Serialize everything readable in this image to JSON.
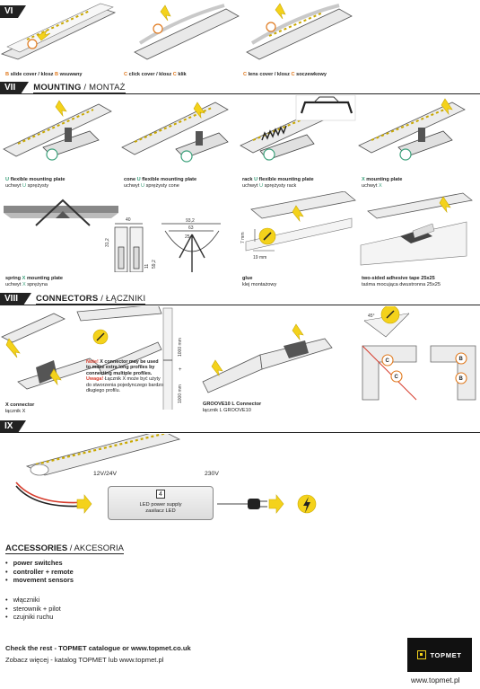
{
  "section_vi": {
    "num": "VI",
    "captions": [
      {
        "a": "B",
        "b": " slide cover / klosz ",
        "c": "B",
        "d": " wsuwany"
      },
      {
        "a": "C",
        "b": " click cover / klosz ",
        "c": "C",
        "d": " klik"
      },
      {
        "a": "C",
        "b": " lens cover / klosz ",
        "c": "C",
        "d": " soczewkowy"
      }
    ]
  },
  "section_vii": {
    "num": "VII",
    "title": "MOUNTING",
    "title_sub": " / MONTAŻ",
    "row1": [
      {
        "l1a": "U",
        "l1b": " flexible mounting plate",
        "l2a": "uchwyt ",
        "l2b": "U",
        "l2c": " sprężysty"
      },
      {
        "l1a": "cone ",
        "l1b": "U",
        "l1c": " flexible mounting plate",
        "l2a": "uchwyt ",
        "l2b": "U",
        "l2c": " sprężysty cone"
      },
      {
        "l1a": "rack ",
        "l1b": "U",
        "l1c": " flexible mounting plate",
        "l2a": "uchwyt ",
        "l2b": "U",
        "l2c": " sprężysty rack"
      },
      {
        "l1a": "X",
        "l1b": " mounting plate",
        "l2a": "uchwyt ",
        "l2b": "X"
      }
    ],
    "row2": [
      {
        "l1a": "spring ",
        "l1b": "X",
        "l1c": " mounting plate",
        "l2a": "uchwyt ",
        "l2b": "X",
        "l2c": " sprężyna"
      },
      {
        "l1": "glue",
        "l2": "klej montażowy"
      },
      {
        "l1": "two-sided adhesive tape 25x25",
        "l2": "taśma mocująca dwustronna 25x25"
      }
    ],
    "dims": {
      "d40": "40",
      "d31_2": "31,2",
      "d11": "11",
      "d59_2": "59,2",
      "d93_2": "93,2",
      "d63": "63",
      "d25_4": "25,4",
      "d7mm": "7 mm",
      "d19mm": "19 mm"
    }
  },
  "section_viii": {
    "num": "VIII",
    "title": "CONNECTORS",
    "title_sub": " / ŁĄCZNIKI",
    "x_connector": {
      "l1": "X connector",
      "l2": "łącznik X"
    },
    "note": {
      "n1": "Note!",
      "n2": " X connector may be used to make extra long profiles by connecting multiple profiles.",
      "n3": "Uwaga!",
      "n4": " Łącznik X może być użyty do stworzenia pojedynczego bardzo długiego profilu."
    },
    "dim_1000a": "1000 mm",
    "dim_1000b": "1000 mm",
    "plus": "+",
    "groove": {
      "l1": "GROOVE10 L Connector",
      "l2": "łącznik L GROOVE10"
    },
    "angle": "45°",
    "badges": [
      "C",
      "C",
      "B",
      "B"
    ]
  },
  "section_ix": {
    "num": "IX",
    "v12": "12V/24V",
    "v230": "230V",
    "ps_num": "4",
    "ps_l1": "LED power supply",
    "ps_l2": "zasilacz LED"
  },
  "accessories": {
    "title": "ACCESSORIES",
    "title_sub": " / AKCESORIA",
    "en": [
      "power switches",
      "controller + remote",
      "movement sensors"
    ],
    "pl": [
      "włączniki",
      "sterownik + pilot",
      "czujniki ruchu"
    ]
  },
  "footer": {
    "en": "Check the rest - TOPMET catalogue or www.topmet.co.uk",
    "pl": "Zobacz więcej - katalog TOPMET lub www.topmet.pl",
    "logo": "TOPMET",
    "site": "www.topmet.pl"
  },
  "colors": {
    "accent_orange": "#e07a1f",
    "accent_green": "#3aa07a",
    "arrow_yellow": "#f4d21b",
    "note_red": "#d63b2b"
  }
}
